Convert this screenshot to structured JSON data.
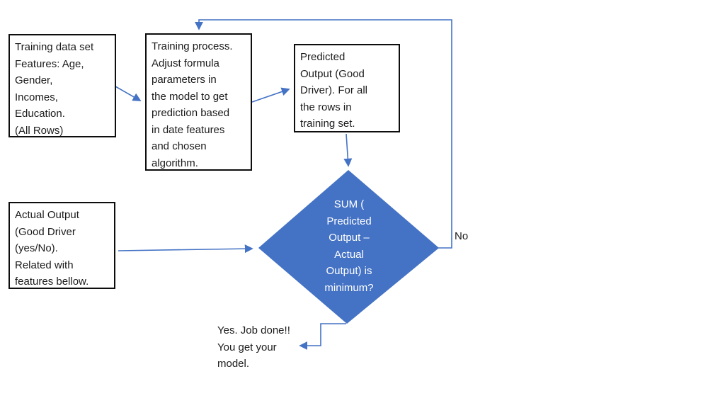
{
  "diagram": {
    "title": "Model training flowchart",
    "colors": {
      "accent": "#4472C4",
      "node_fill": "#4472C4",
      "node_text": "#ffffff",
      "box_border": "#0d0d0d",
      "text": "#1b1b1b",
      "background": "#ffffff"
    },
    "nodes": {
      "training_data": {
        "text": "Training data set\nFeatures: Age,\nGender,\nIncomes,\nEducation.\n(All Rows)"
      },
      "training_process": {
        "text": "Training process.\nAdjust formula\nparameters in\nthe model to get\nprediction based\nin date features\nand chosen\nalgorithm."
      },
      "predicted_output": {
        "text": "Predicted\nOutput (Good\nDriver). For all\nthe rows in\ntraining set."
      },
      "actual_output": {
        "text": "Actual Output\n(Good Driver\n(yes/No).\nRelated with\nfeatures bellow."
      },
      "decision": {
        "text": "SUM (\nPredicted\nOutput –\nActual\nOutput) is\nminimum?"
      }
    },
    "labels": {
      "no": "No",
      "yes_note": "Yes. Job done!!\nYou get your\nmodel."
    }
  }
}
